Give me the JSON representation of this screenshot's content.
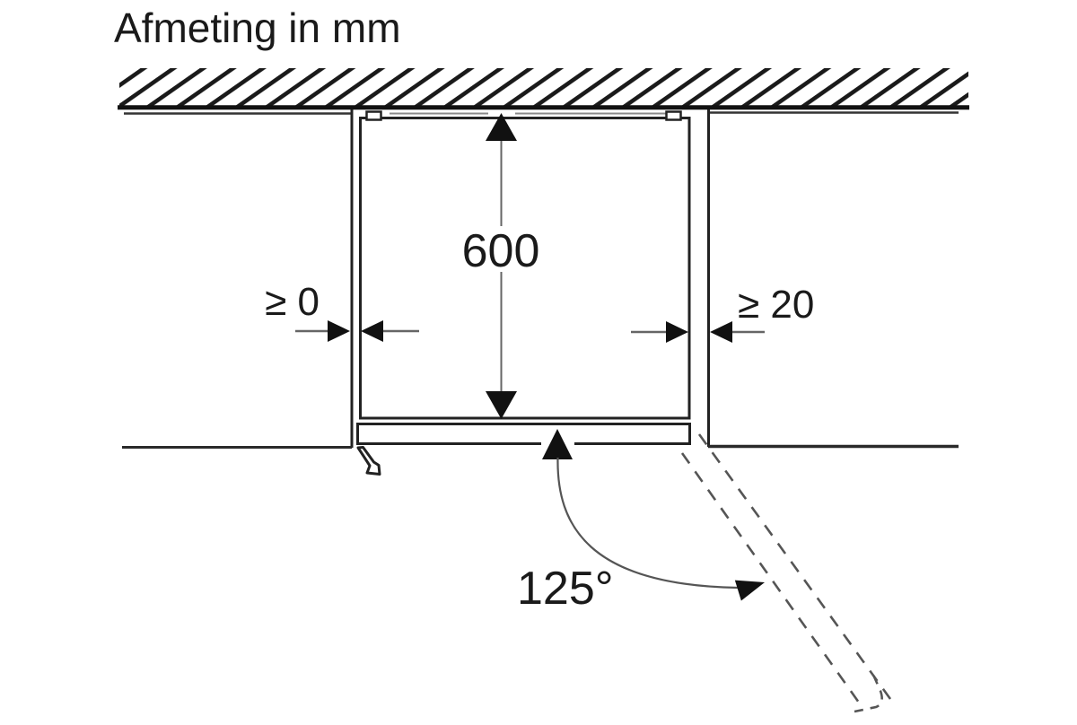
{
  "title": "Afmeting in mm",
  "diagram": {
    "type": "appliance-installation-top-view",
    "labels": {
      "depth": "600",
      "left_clearance": "≥ 0",
      "right_clearance": "≥ 20",
      "door_angle": "125°"
    },
    "colors": {
      "ink": "#1a1a1a",
      "dimension_line": "#666666",
      "thin_niche_line": "#8a8a8a",
      "dashed_door": "#555555",
      "background": "#ffffff"
    }
  }
}
